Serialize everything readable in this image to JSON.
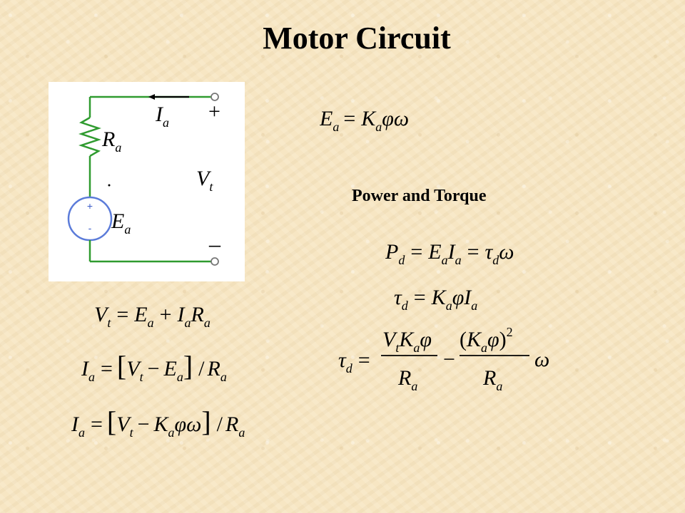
{
  "title": "Motor Circuit",
  "power_torque_title": "Power and Torque",
  "circuit": {
    "current_label": "I",
    "current_sub": "a",
    "resistor_label": "R",
    "resistor_sub": "a",
    "voltage_label": "V",
    "voltage_sub": "t",
    "emf_label": "E",
    "emf_sub": "a",
    "plus": "+",
    "minus": "–",
    "source_plus": "+",
    "source_minus": "-",
    "colors": {
      "wire": "#2f9b2f",
      "resistor": "#2f9b2f",
      "source": "#5b7bd9",
      "terminal": "#777777"
    }
  },
  "equations": {
    "emf": "Ea = Kaφω",
    "vt": "Vt = Ea + IaRa",
    "ia1": "Ia = [Vt − Ea] / Ra",
    "ia2": "Ia = [Vt − Kaφω] / Ra",
    "pd": "Pd = EaIa = τdω",
    "taud": "τd = KaφIa",
    "taud_full": "τd = VtKaφ/Ra − (Kaφ)²/Ra ω"
  }
}
